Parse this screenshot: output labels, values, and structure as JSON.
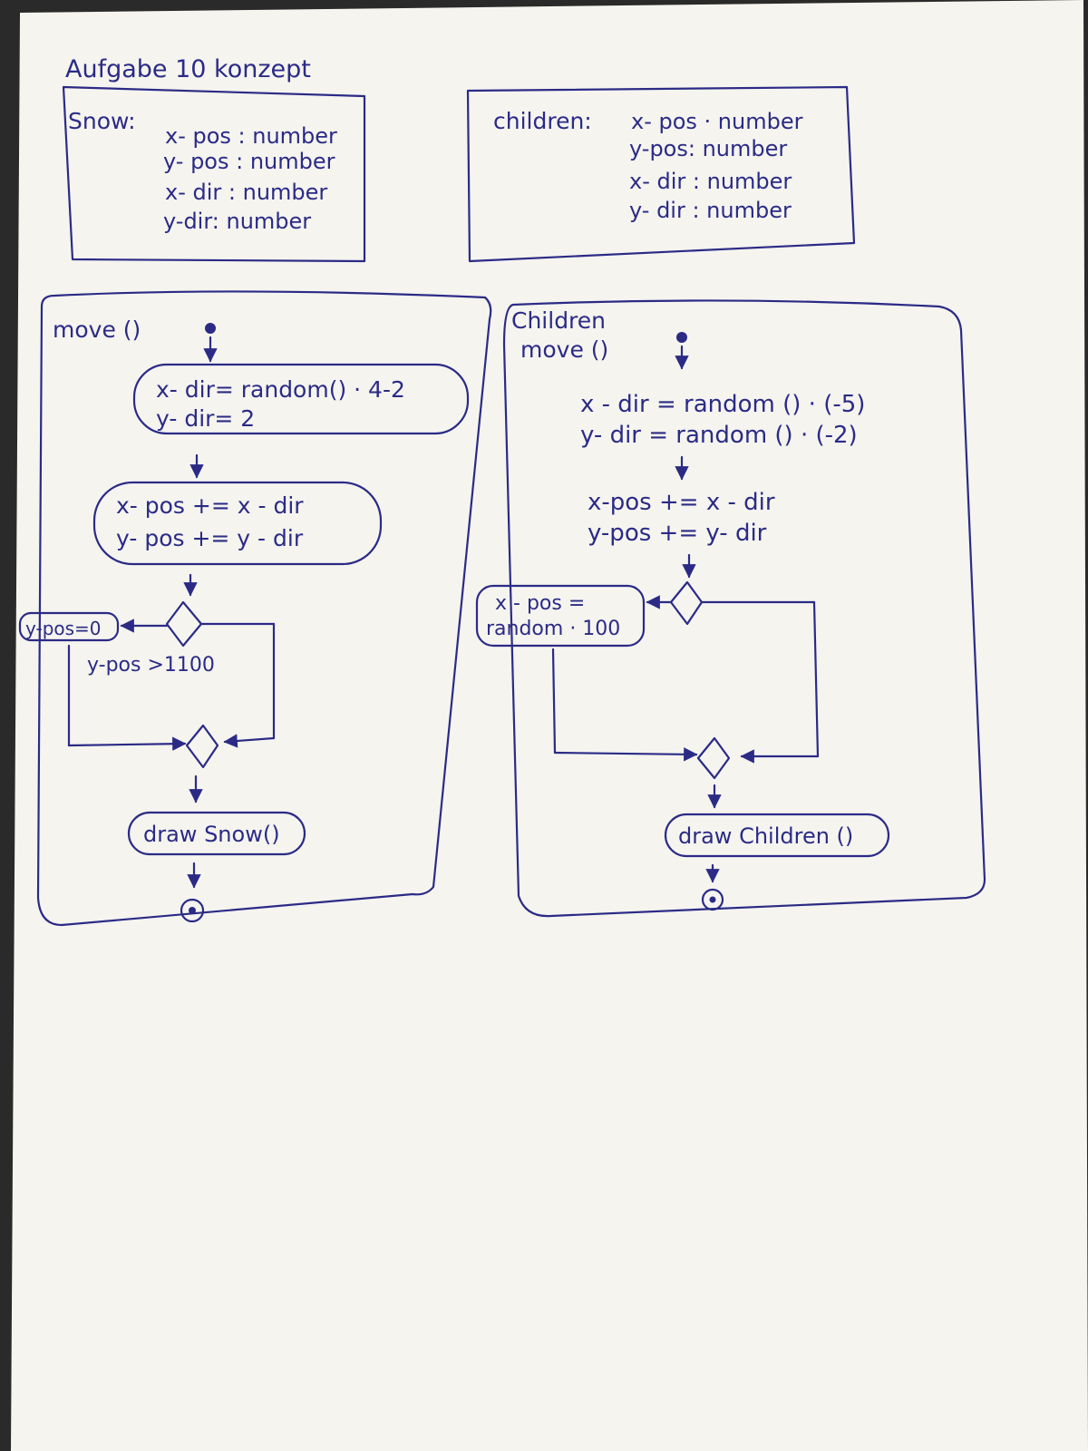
{
  "title": "Aufgabe 10 konzept",
  "colors": {
    "ink": "#2b2b86",
    "paper": "#f5f4ef"
  },
  "snow_class": {
    "name": "Snow:",
    "attributes": [
      "x- pos : number",
      "y- pos : number",
      "x- dir : number",
      "y-dir: number"
    ]
  },
  "children_class": {
    "name": "children:",
    "attributes": [
      "x- pos · number",
      "y-pos: number",
      "x- dir : number",
      "y- dir : number"
    ]
  },
  "snow_move": {
    "label": "move ()",
    "step1": [
      "x- dir= random() · 4-2",
      "y- dir= 2"
    ],
    "step2": [
      "x- pos += x - dir",
      "y- pos += y - dir"
    ],
    "reset": "y-pos=0",
    "guard": "y-pos >1100",
    "draw": "draw Snow()"
  },
  "children_move": {
    "label": [
      "Children",
      "move ()"
    ],
    "step1": [
      "x - dir = random () · (-5)",
      "y- dir = random () · (-2)"
    ],
    "step2": [
      "x-pos += x - dir",
      "y-pos += y- dir"
    ],
    "reset": [
      "x - pos =",
      "random · 100"
    ],
    "draw": "draw Children ()"
  }
}
